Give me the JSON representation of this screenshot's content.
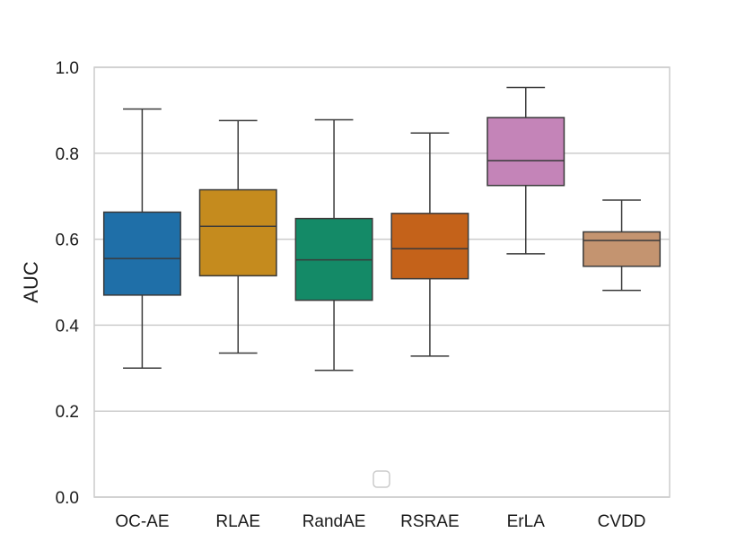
{
  "chart_data": {
    "type": "box",
    "title": "",
    "xlabel": "",
    "ylabel": "AUC",
    "ylim": [
      0.0,
      1.0
    ],
    "yticks": [
      "0.0",
      "0.2",
      "0.4",
      "0.6",
      "0.8",
      "1.0"
    ],
    "grid": "horizontal",
    "legend": "bottom-center, empty",
    "categories": [
      "OC-AE",
      "RLAE",
      "RandAE",
      "RSRAE",
      "ErLA",
      "CVDD"
    ],
    "boxes": [
      {
        "name": "OC-AE",
        "whisker_low": 0.3,
        "q1": 0.47,
        "median": 0.555,
        "q3": 0.663,
        "whisker_high": 0.903,
        "color": "#1f6fa8"
      },
      {
        "name": "RLAE",
        "whisker_low": 0.335,
        "q1": 0.515,
        "median": 0.63,
        "q3": 0.715,
        "whisker_high": 0.876,
        "color": "#c58b1e"
      },
      {
        "name": "RandAE",
        "whisker_low": 0.295,
        "q1": 0.458,
        "median": 0.552,
        "q3": 0.648,
        "whisker_high": 0.878,
        "color": "#148a67"
      },
      {
        "name": "RSRAE",
        "whisker_low": 0.328,
        "q1": 0.508,
        "median": 0.578,
        "q3": 0.66,
        "whisker_high": 0.847,
        "color": "#c4621a"
      },
      {
        "name": "ErLA",
        "whisker_low": 0.566,
        "q1": 0.725,
        "median": 0.783,
        "q3": 0.883,
        "whisker_high": 0.953,
        "color": "#c484b8"
      },
      {
        "name": "CVDD",
        "whisker_low": 0.481,
        "q1": 0.537,
        "median": 0.597,
        "q3": 0.617,
        "whisker_high": 0.691,
        "color": "#c49470"
      }
    ]
  }
}
